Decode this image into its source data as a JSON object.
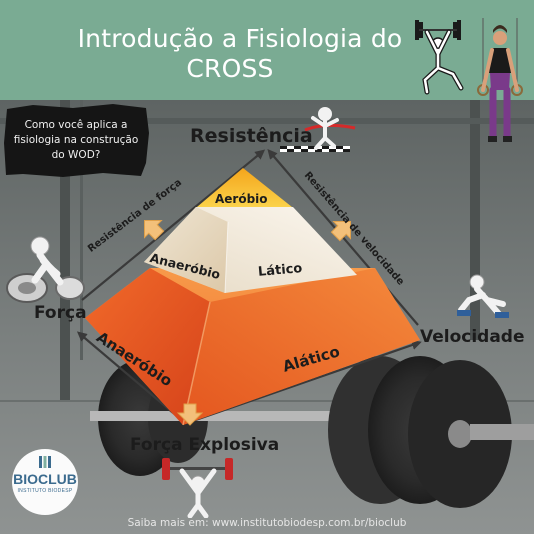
{
  "header": {
    "title_line1": "Introdução a Fisiologia do",
    "title_line2": "CROSS",
    "background_color": "#7aab93"
  },
  "note": {
    "text": "Como você aplica a fisiologia na construção do WOD?"
  },
  "pyramid": {
    "top_label": "Aeróbio",
    "middle_left_label": "Anaeróbio",
    "middle_right_label": "Lático",
    "base_left_label": "Anaeróbio",
    "base_right_label": "Alático",
    "colors": {
      "top": "#f7c531",
      "middle": "#e8ddc9",
      "base": "#e95a22"
    }
  },
  "vertices": {
    "top": "Resistência",
    "left": "Força",
    "right": "Velocidade",
    "bottom": "Força Explosiva"
  },
  "edges": {
    "left_edge": "Resistência de força",
    "right_edge": "Resistência de velocidade"
  },
  "logo": {
    "name": "BIOCLUB",
    "subtitle": "INSTITUTO BIODESP"
  },
  "footer": {
    "text": "Saiba mais em: www.institutobiodesp.com.br/bioclub"
  },
  "icons": [
    "weightlifter-icon",
    "athlete-photo",
    "finish-line-runner-icon",
    "figure-with-tire-icon",
    "sprinter-icon",
    "figure-lifting-barbell-icon",
    "barbell-image"
  ]
}
